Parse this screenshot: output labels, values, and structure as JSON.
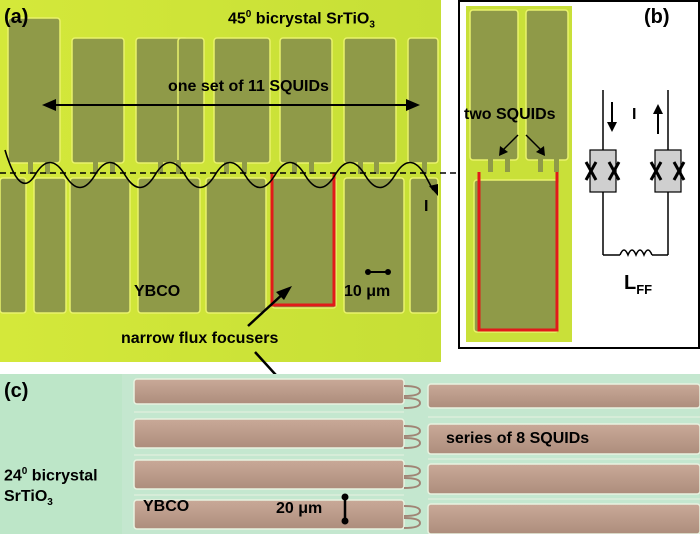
{
  "figure": {
    "panel_a": {
      "label": "(a)",
      "substrate": "45",
      "substrate_sup": "0",
      "substrate_rest": " bicrystal SrTiO",
      "substrate_sub": "3",
      "set_label": "one set of 11 SQUIDs",
      "current_label": "I",
      "material_label": "YBCO",
      "scale_label": "10 μm",
      "focuser_label": "narrow flux focusers"
    },
    "panel_b": {
      "label": "(b)",
      "squid_label": "two SQUIDs",
      "current_label_1": "I",
      "inductance_label": "L",
      "inductance_sub": "FF"
    },
    "panel_c": {
      "label": "(c)",
      "series_label": "series of 8 SQUIDs",
      "substrate_line1_a": "24",
      "substrate_line1_sup": "0",
      "substrate_line1_b": " bicrystal",
      "substrate_line2_a": "SrTiO",
      "substrate_line2_sub": "3",
      "material_label": "YBCO",
      "scale_label": "20 μm"
    },
    "colors": {
      "substrate_green": "#cfe63a",
      "film_olive": "#8f9a48",
      "focuser_red": "#e11a1a",
      "panel_c_bg": "#bde6c8",
      "panel_c_film": "#b99a88"
    }
  }
}
